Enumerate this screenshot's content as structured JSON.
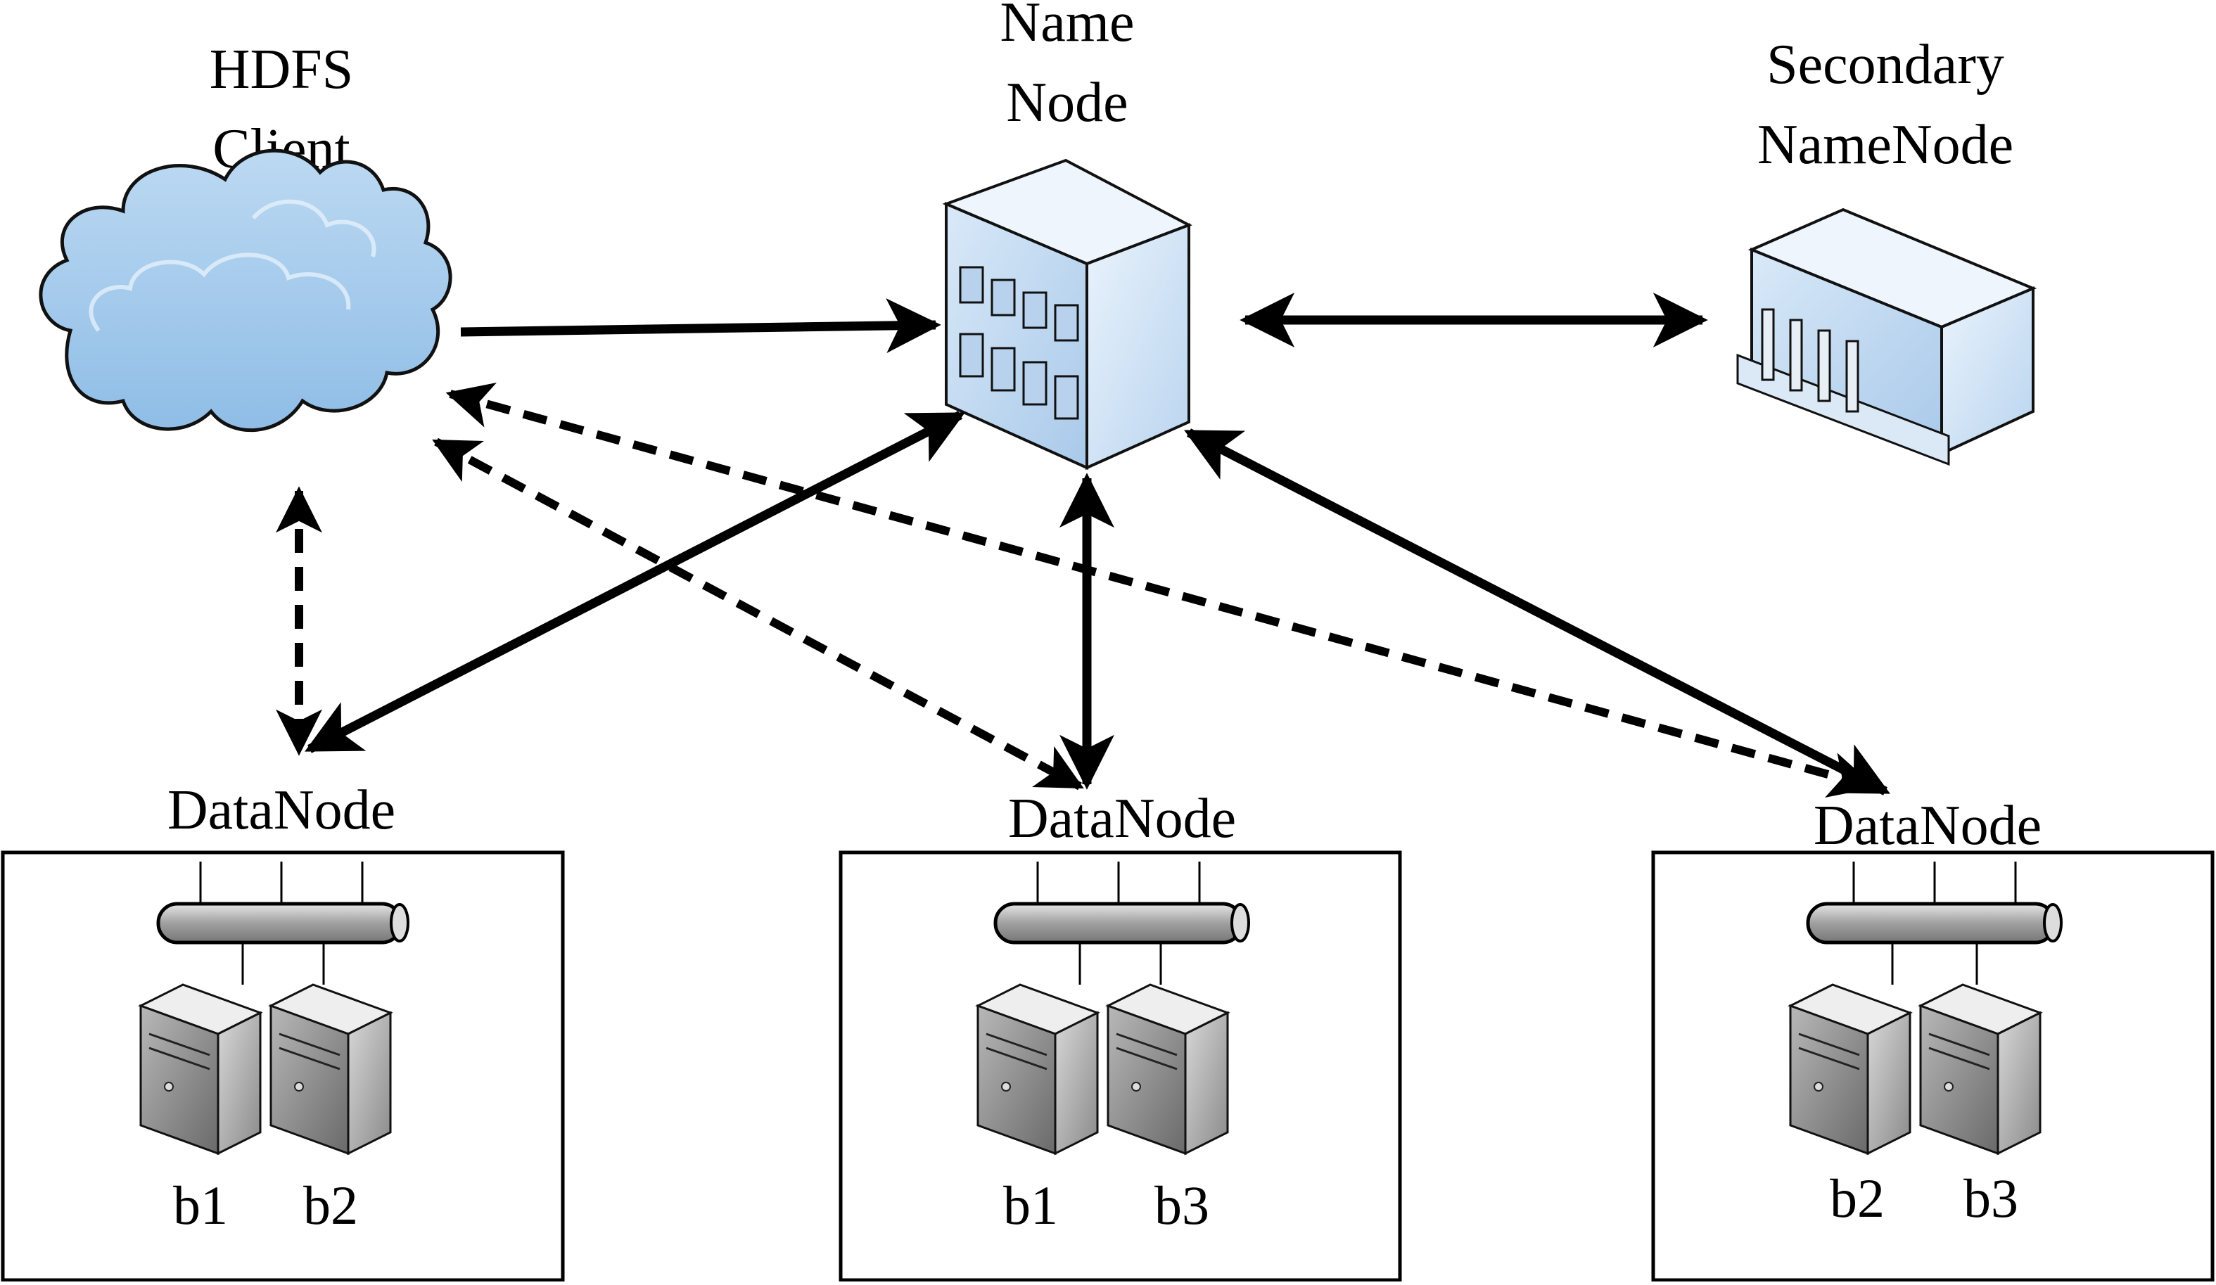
{
  "nodes": {
    "client": {
      "line1": "HDFS",
      "line2": "Client"
    },
    "namenode": {
      "line1": "Name",
      "line2": "Node"
    },
    "secondary": {
      "line1": "Secondary",
      "line2": "NameNode"
    }
  },
  "datanodes": [
    {
      "label": "DataNode",
      "blocks": [
        "b1",
        "b2"
      ]
    },
    {
      "label": "DataNode",
      "blocks": [
        "b1",
        "b3"
      ]
    },
    {
      "label": "DataNode",
      "blocks": [
        "b2",
        "b3"
      ]
    }
  ],
  "colors": {
    "cloud": "#a9cdec",
    "building": "#c5dcf2",
    "server": "#8f8f8f",
    "arrow": "#000000"
  },
  "icons": {
    "client": "cloud-icon",
    "namenode": "office-building-icon",
    "secondary": "bank-building-icon",
    "datanode-bus": "network-bus-icon",
    "server": "server-tower-icon"
  }
}
